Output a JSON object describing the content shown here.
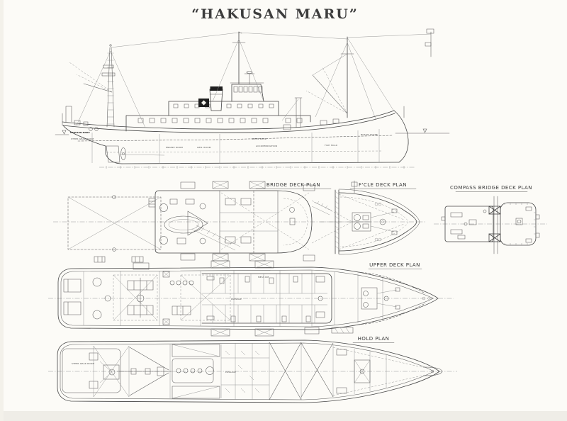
{
  "title": "“HAKUSAN MARU”",
  "profile": {
    "labels": {
      "stern_name": "HAKUSAN MARU",
      "steer_gear_room": "STEER GEAR ROOM",
      "engine_room": "ENGINE ROOM",
      "gen_room": "GEN. ROOM",
      "upper_deck": "UPPER DECK",
      "accommodation": "ACCOMMODATION",
      "fish_hold": "FISH HOLD",
      "bosun_store": "BOSUN STORE"
    }
  },
  "plans": {
    "bridge_deck": {
      "title": "BRIDGE DECK PLAN"
    },
    "focsle_deck": {
      "title": "F'CLE DECK PLAN"
    },
    "compass_bridge_deck": {
      "title": "COMPASS BRIDGE DECK PLAN"
    },
    "upper_deck": {
      "title": "UPPER DECK PLAN",
      "labels": {
        "passage": "PASSAGE",
        "mess_rm": "MESS RM"
      }
    },
    "hold": {
      "title": "HOLD PLAN",
      "labels": {
        "steer_gear_room": "STEER GEAR ROOM",
        "passage": "PASSAGE"
      }
    }
  },
  "colors": {
    "ink": "#3f3f3f",
    "paper": "#fbfaf6"
  }
}
